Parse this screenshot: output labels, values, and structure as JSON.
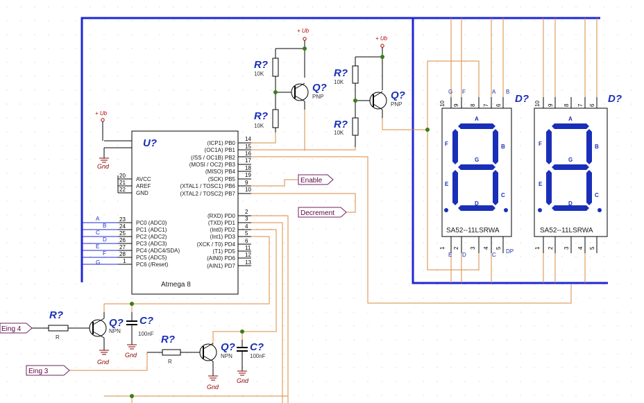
{
  "mcu": {
    "ref": "U?",
    "name": "Atmega 8",
    "left_pins": [
      {
        "num": "20",
        "label": "AVCC"
      },
      {
        "num": "21",
        "label": "AREF"
      },
      {
        "num": "22",
        "label": "GND"
      },
      {
        "num": "23",
        "label": "PC0 (ADC0)"
      },
      {
        "num": "24",
        "label": "PC1 (ADC1)"
      },
      {
        "num": "25",
        "label": "PC2 (ADC2)"
      },
      {
        "num": "26",
        "label": "PC3 (ADC3)"
      },
      {
        "num": "27",
        "label": "PC4 (ADC4/SDA)"
      },
      {
        "num": "28",
        "label": "PC5 (ADC5)"
      },
      {
        "num": "1",
        "label": "PC6 (/Reset)"
      }
    ],
    "right_pins": [
      {
        "num": "14",
        "label": "(ICP1) PB0"
      },
      {
        "num": "15",
        "label": "(OC1A) PB1"
      },
      {
        "num": "16",
        "label": "(/SS / OC1B) PB2"
      },
      {
        "num": "17",
        "label": "(MOSI / OC2) PB3"
      },
      {
        "num": "18",
        "label": "(MISO) PB4"
      },
      {
        "num": "19",
        "label": "(SCK) PB5"
      },
      {
        "num": "9",
        "label": "(XTAL1 / TOSC1) PB6"
      },
      {
        "num": "10",
        "label": "(XTAL2 / TOSC2) PB7"
      },
      {
        "num": "2",
        "label": "(RXD) PD0"
      },
      {
        "num": "3",
        "label": "(TXD) PD1"
      },
      {
        "num": "4",
        "label": "(Int0) PD2"
      },
      {
        "num": "5",
        "label": "(Int1) PD3"
      },
      {
        "num": "6",
        "label": "(XCK / T0) PD4"
      },
      {
        "num": "11",
        "label": "(T1) PD5"
      },
      {
        "num": "12",
        "label": "(AIN0) PD6"
      },
      {
        "num": "13",
        "label": "(AIN1) PD7"
      }
    ],
    "bus_letters": [
      "A",
      "B",
      "C",
      "D",
      "E",
      "F",
      "G"
    ]
  },
  "power": {
    "ub": "+ Ub",
    "gnd": "Gnd"
  },
  "ports": {
    "enable": "Enable",
    "decrement": "Decrement",
    "eing4": "Eing 4",
    "eing3": "Eing 3"
  },
  "resistors": [
    {
      "ref": "R?",
      "value": "10K"
    },
    {
      "ref": "R?",
      "value": "10K"
    },
    {
      "ref": "R?",
      "value": "10K"
    },
    {
      "ref": "R?",
      "value": "10K"
    },
    {
      "ref": "R?",
      "value": "R"
    },
    {
      "ref": "R?",
      "value": "R"
    }
  ],
  "transistors": [
    {
      "ref": "Q?",
      "type": "PNP"
    },
    {
      "ref": "Q?",
      "type": "PNP"
    },
    {
      "ref": "Q?",
      "type": "NPN"
    },
    {
      "ref": "Q?",
      "type": "NPN"
    }
  ],
  "capacitors": [
    {
      "ref": "C?",
      "value": "100nF"
    },
    {
      "ref": "C?",
      "value": "100nF"
    }
  ],
  "displays": [
    {
      "ref": "D?",
      "part": "SA52--11LSRWA",
      "top_pins": [
        "10",
        "9",
        "8",
        "7",
        "6"
      ],
      "bottom_pins": [
        "1",
        "2",
        "3",
        "4",
        "5"
      ],
      "top_letters": [
        "G",
        "F",
        "",
        "A",
        "B"
      ],
      "bottom_letters": [
        "E",
        "D",
        "",
        "C",
        "DP"
      ],
      "segments": [
        "A",
        "B",
        "C",
        "D",
        "E",
        "F",
        "G"
      ]
    },
    {
      "ref": "D?",
      "part": "SA52--11LSRWA",
      "top_pins": [
        "10",
        "9",
        "8",
        "7",
        "6"
      ],
      "bottom_pins": [
        "1",
        "2",
        "3",
        "4",
        "5"
      ],
      "top_letters": [],
      "bottom_letters": [],
      "segments": [
        "A",
        "B",
        "C",
        "D",
        "E",
        "F",
        "G"
      ]
    }
  ],
  "colors": {
    "bus": "#1c27d6",
    "wire": "#d98a3c",
    "ref": "#1a2fb8",
    "junction": "#3a7d18",
    "power": "#b00000"
  }
}
